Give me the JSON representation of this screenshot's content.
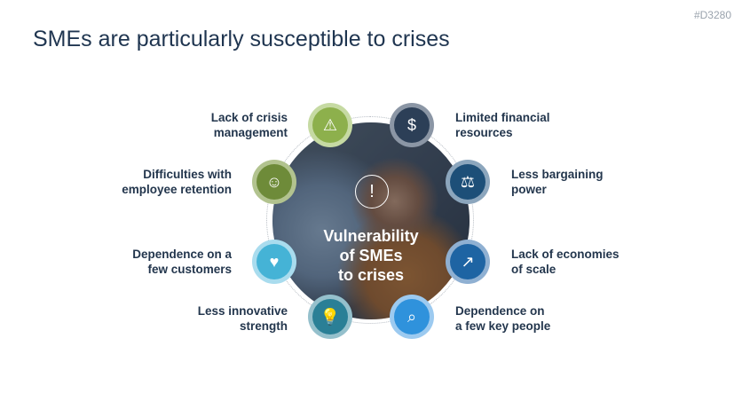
{
  "title": "SMEs are particularly susceptible to crises",
  "code": "#D3280",
  "center": {
    "line1": "Vulnerability",
    "line2": "of SMEs",
    "line3": "to crises"
  },
  "items": [
    {
      "line1": "Lack of crisis",
      "line2": "management",
      "icon": "warning-icon",
      "glyph": "⚠",
      "color": "#8db04c",
      "ring": "#c6daa3"
    },
    {
      "line1": "Limited financial",
      "line2": "resources",
      "icon": "money-bag-hand-icon",
      "glyph": "$",
      "color": "#2c3f57",
      "ring": "#8b96a5"
    },
    {
      "line1": "Difficulties with",
      "line2": "employee retention",
      "icon": "employee-icon",
      "glyph": "☺",
      "color": "#6e8b39",
      "ring": "#b2c38f"
    },
    {
      "line1": "Less bargaining",
      "line2": "power",
      "icon": "negotiation-icon",
      "glyph": "⚖",
      "color": "#1d4f78",
      "ring": "#8ca6bd"
    },
    {
      "line1": "Dependence on a",
      "line2": "few customers",
      "icon": "customer-hands-icon",
      "glyph": "♥",
      "color": "#45b3d6",
      "ring": "#a9dcee"
    },
    {
      "line1": "Lack of economies",
      "line2": "of scale",
      "icon": "growth-chart-icon",
      "glyph": "↗",
      "color": "#1e64a3",
      "ring": "#8fb0d2"
    },
    {
      "line1": "Less innovative",
      "line2": "strength",
      "icon": "lightbulb-icon",
      "glyph": "💡",
      "color": "#2a7f96",
      "ring": "#95c0cc"
    },
    {
      "line1": "Dependence on",
      "line2": "a few key people",
      "icon": "person-search-icon",
      "glyph": "⌕",
      "color": "#2f92dc",
      "ring": "#9ccaf0"
    }
  ]
}
